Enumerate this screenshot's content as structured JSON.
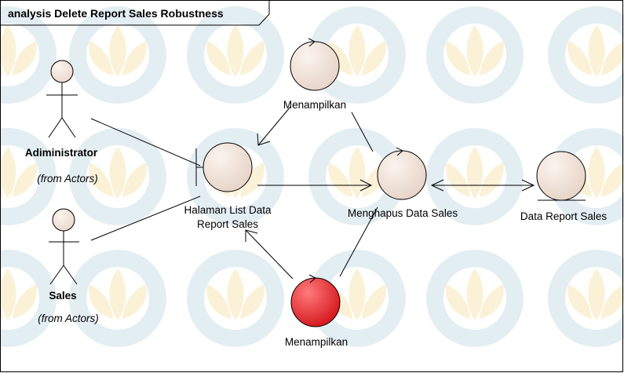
{
  "frame": {
    "title": "analysis Delete Report Sales Robustness"
  },
  "actors": [
    {
      "id": "administrator",
      "name": "Adiministrator",
      "from": "(from Actors)"
    },
    {
      "id": "sales",
      "name": "Sales",
      "from": "(from Actors)"
    }
  ],
  "boundary": {
    "label_line1": "Halaman List Data",
    "label_line2": "Report Sales"
  },
  "controls": {
    "menampilkan_top": "Menampilkan",
    "menghapus": "Menghapus Data Sales",
    "menampilkan_bottom": "Menampilkan"
  },
  "entity": {
    "label": "Data Report Sales"
  },
  "colors": {
    "element_fill": "#f3e6dc",
    "highlight_fill": "#e8252a",
    "line": "#000000",
    "watermark_gear": "#e3eef3",
    "watermark_lotus": "#fbf1d6"
  }
}
